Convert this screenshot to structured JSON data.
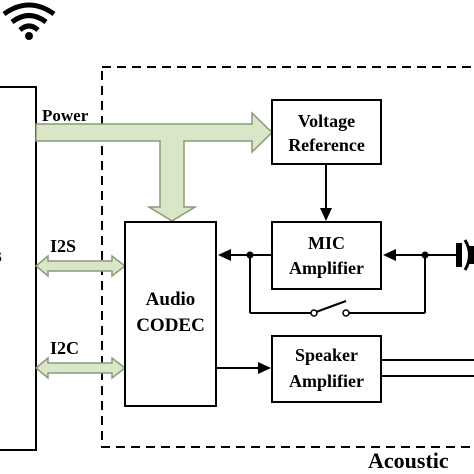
{
  "labels": {
    "power": "Power",
    "i2s": "I2S",
    "i2c": "I2C",
    "left_block_fragment": "s",
    "acoustic_region": "Acoustic"
  },
  "blocks": {
    "voltage_reference": [
      "Voltage",
      "Reference"
    ],
    "audio_codec": [
      "Audio",
      "CODEC"
    ],
    "mic_amplifier": [
      "MIC",
      "Amplifier"
    ],
    "speaker_amplifier": [
      "Speaker",
      "Amplifier"
    ]
  },
  "icons": {
    "wifi": "wifi-icon",
    "switch": "switch-icon",
    "microphone": "microphone-icon"
  },
  "colors": {
    "bus_arrow_fill": "#d9e6c8",
    "bus_arrow_stroke": "#8a9b78",
    "line": "#000000",
    "background": "#ffffff"
  }
}
